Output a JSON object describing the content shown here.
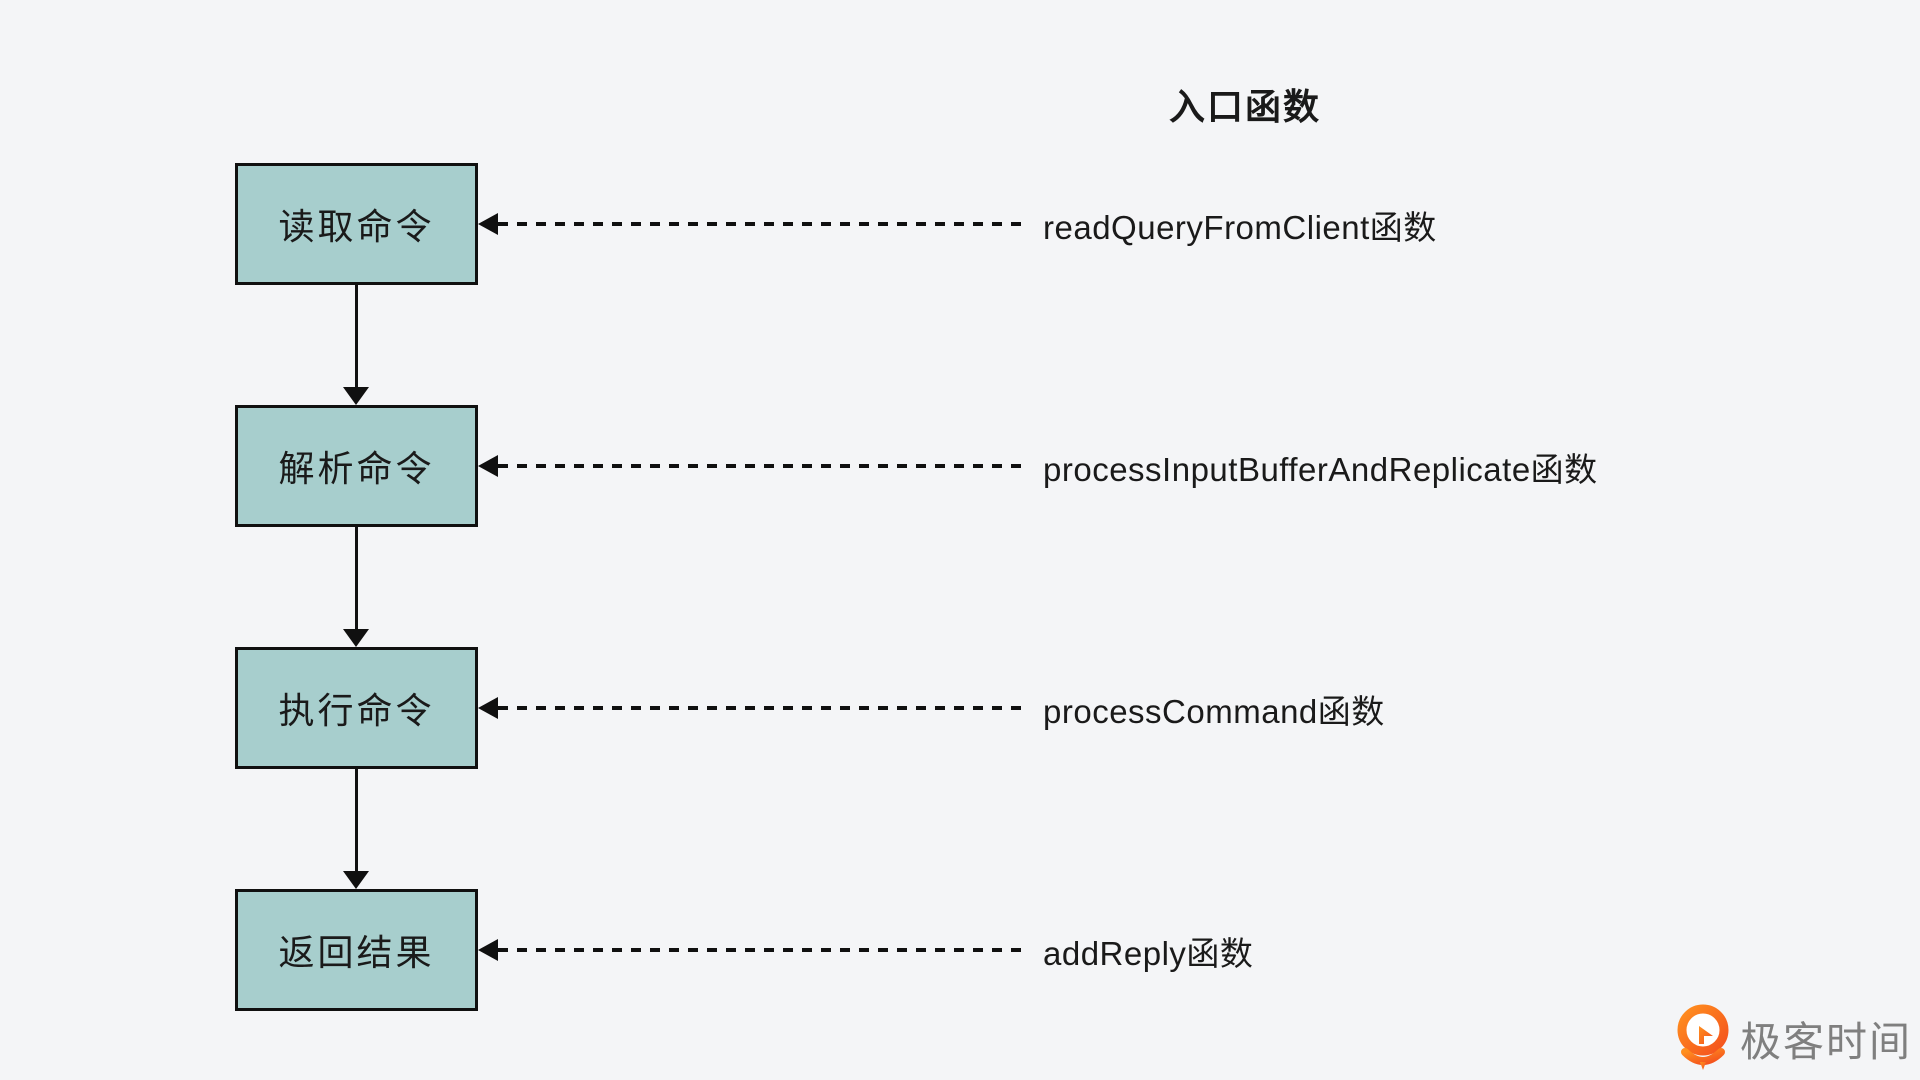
{
  "title": "入口函数",
  "flow": {
    "steps": [
      {
        "box_label": "读取命令",
        "func_label": "readQueryFromClient函数"
      },
      {
        "box_label": "解析命令",
        "func_label": "processInputBufferAndReplicate函数"
      },
      {
        "box_label": "执行命令",
        "func_label": "processCommand函数"
      },
      {
        "box_label": "返回结果",
        "func_label": "addReply函数"
      }
    ]
  },
  "branding": {
    "logo_text": "极客时间"
  },
  "colors": {
    "background": "#f4f5f7",
    "box_fill": "#a7cecd",
    "box_border": "#101010",
    "arrow": "#101010",
    "text": "#1a1a1a",
    "logo_orange": "#f4511e",
    "logo_orange_light": "#ff8f1f",
    "logo_text_gray": "#7f7f7f"
  }
}
